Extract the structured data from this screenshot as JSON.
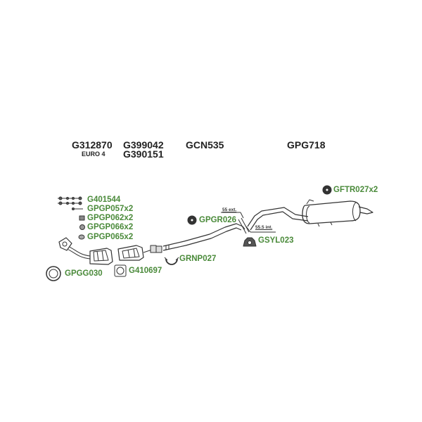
{
  "headers": {
    "catalyst_code": "G312870",
    "catalyst_note": "EURO 4",
    "dpf_code_1": "G399042",
    "dpf_code_2": "G390151",
    "center_code": "GCN535",
    "rear_code": "GPG718"
  },
  "parts": {
    "g401544": "G401544",
    "gpgp057": "GPGP057x2",
    "gpgp062": "GPGP062x2",
    "gpgp066": "GPGP066x2",
    "gpgp065": "GPGP065x2",
    "gpgg030": "GPGG030",
    "g410697": "G410697",
    "grnp027": "GRNP027",
    "gpgr026": "GPGR026",
    "gsyl023": "GSYL023",
    "gftr027": "GFTR027x2"
  },
  "notes": {
    "ext": "55 ext.",
    "int": "55.5 int."
  },
  "colors": {
    "part_label": "#4a8a3a",
    "line": "#333333"
  }
}
